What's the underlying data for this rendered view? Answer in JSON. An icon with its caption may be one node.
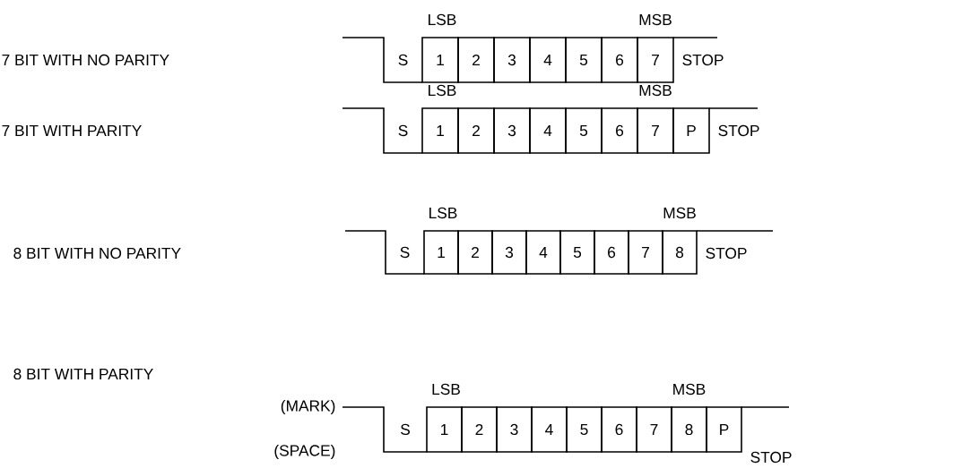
{
  "diagram": {
    "nodes": [
      {
        "text": [
          "1"
        ]
      },
      {
        "text": [
          "2"
        ]
      },
      {
        "text": [
          "3"
        ]
      },
      {
        "text": [
          "4"
        ]
      },
      {
        "text": [
          "5"
        ]
      },
      {
        "text": [
          "6"
        ]
      },
      {
        "text": [
          "7"
        ]
      },
      {
        "text": [
          "1"
        ]
      },
      {
        "text": [
          "2"
        ]
      },
      {
        "text": [
          "3"
        ]
      },
      {
        "text": [
          "4"
        ]
      },
      {
        "text": [
          "5"
        ]
      },
      {
        "text": [
          "6"
        ]
      },
      {
        "text": [
          "7"
        ]
      },
      {
        "text": [
          "P"
        ]
      },
      {
        "text": [
          "1"
        ]
      },
      {
        "text": [
          "2"
        ]
      },
      {
        "text": [
          "3"
        ]
      },
      {
        "text": [
          "4"
        ]
      },
      {
        "text": [
          "5"
        ]
      },
      {
        "text": [
          "6"
        ]
      },
      {
        "text": [
          "7"
        ]
      },
      {
        "text": [
          "8"
        ]
      },
      {
        "text": [
          "1"
        ]
      },
      {
        "text": [
          "2"
        ]
      },
      {
        "text": [
          "3"
        ]
      },
      {
        "text": [
          "4"
        ]
      },
      {
        "text": [
          "5"
        ]
      },
      {
        "text": [
          "6"
        ]
      },
      {
        "text": [
          "7"
        ]
      },
      {
        "text": [
          "8"
        ]
      },
      {
        "text": [
          "P"
        ]
      }
    ],
    "labels": [
      "LSB",
      "MSB",
      "7 BIT WITH NO PARITY",
      "S",
      "STOP",
      "LSB",
      "MSB",
      "7 BIT WITH PARITY",
      "S",
      "STOP",
      "LSB",
      "MSB",
      "8 BIT WITH NO PARITY",
      "S",
      "STOP",
      "8 BIT WITH PARITY",
      "LSB",
      "MSB",
      "(MARK)",
      "S",
      "(SPACE)",
      "STOP"
    ]
  }
}
